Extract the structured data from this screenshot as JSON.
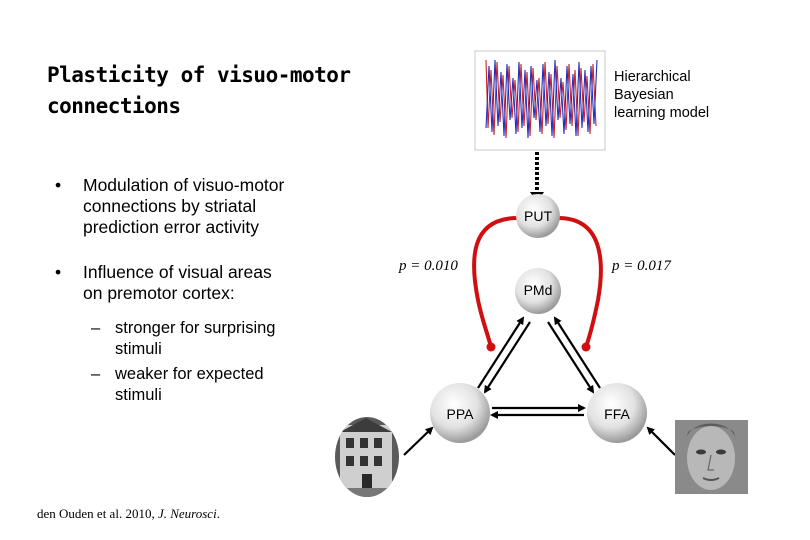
{
  "slide": {
    "title_line1": "Plasticity of visuo-motor",
    "title_line2": "connections",
    "bullets": [
      {
        "marker": "•",
        "text": "Modulation of visuo-motor connections by striatal prediction error activity"
      },
      {
        "marker": "•",
        "text": "Influence of visual areas on premotor cortex:"
      }
    ],
    "sub_bullets": [
      {
        "marker": "–",
        "text": "stronger for surprising stimuli"
      },
      {
        "marker": "–",
        "text": "weaker for expected stimuli"
      }
    ],
    "citation_authors": "den Ouden et al. 2010,",
    "citation_journal": "J. Neurosci"
  },
  "diagram": {
    "model_label_line1": "Hierarchical",
    "model_label_line2": "Bayesian",
    "model_label_line3": "learning model",
    "nodes": {
      "put": "PUT",
      "pmd": "PMd",
      "ppa": "PPA",
      "ffa": "FFA"
    },
    "p_left": "p = 0.010",
    "p_right": "p = 0.017",
    "colors": {
      "modulation": "#d01010",
      "arrow": "#000000",
      "plot_red": "#d02020",
      "plot_blue": "#2030c0"
    }
  }
}
